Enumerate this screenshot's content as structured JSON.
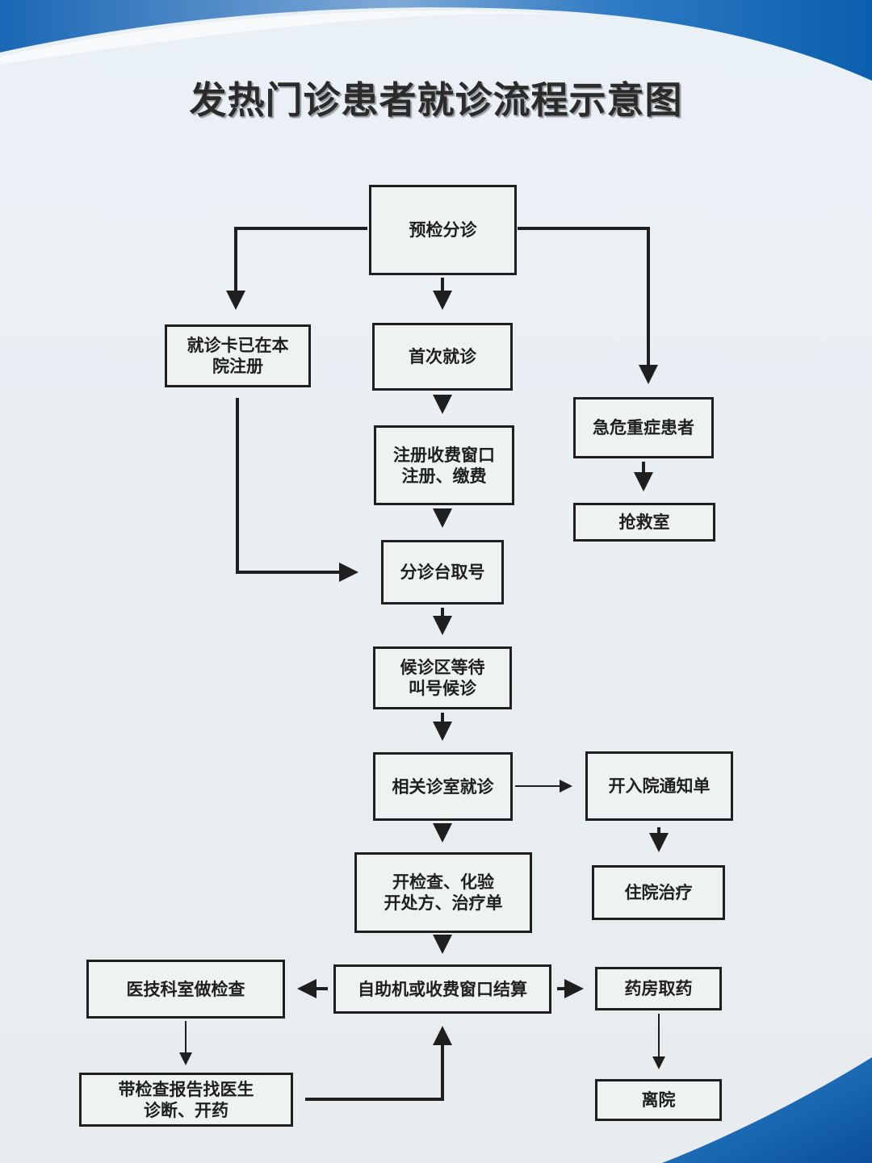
{
  "title": "发热门诊患者就诊流程示意图",
  "colors": {
    "accent_blue": "#0a5fae",
    "background": "#e9eef1",
    "stroke": "#1f1f1f"
  },
  "nodes": {
    "triage": "预检分诊",
    "registered_card": "就诊卡已在本\n院注册",
    "first_visit": "首次就诊",
    "critical_patient": "急危重症患者",
    "rescue_room": "抢救室",
    "registration_window": "注册收费窗口\n注册、缴费",
    "take_number": "分诊台取号",
    "waiting_area": "候诊区等待\n叫号候诊",
    "consulting_room": "相关诊室就诊",
    "admission_notice": "开入院通知单",
    "hospitalization": "住院治疗",
    "orders": "开检查、化验\n开处方、治疗单",
    "payment": "自助机或收费窗口结算",
    "medical_tech_exam": "医技科室做检查",
    "pharmacy": "药房取药",
    "report_to_doctor": "带检查报告找医生\n诊断、开药",
    "leave_hospital": "离院"
  },
  "edges": [
    {
      "from": "triage",
      "to": "registered_card"
    },
    {
      "from": "triage",
      "to": "first_visit"
    },
    {
      "from": "triage",
      "to": "critical_patient"
    },
    {
      "from": "first_visit",
      "to": "registration_window"
    },
    {
      "from": "critical_patient",
      "to": "rescue_room"
    },
    {
      "from": "registration_window",
      "to": "take_number"
    },
    {
      "from": "registered_card",
      "to": "take_number"
    },
    {
      "from": "take_number",
      "to": "waiting_area"
    },
    {
      "from": "waiting_area",
      "to": "consulting_room"
    },
    {
      "from": "consulting_room",
      "to": "admission_notice"
    },
    {
      "from": "admission_notice",
      "to": "hospitalization"
    },
    {
      "from": "consulting_room",
      "to": "orders"
    },
    {
      "from": "orders",
      "to": "payment"
    },
    {
      "from": "payment",
      "to": "medical_tech_exam"
    },
    {
      "from": "payment",
      "to": "pharmacy"
    },
    {
      "from": "medical_tech_exam",
      "to": "report_to_doctor"
    },
    {
      "from": "report_to_doctor",
      "to": "payment"
    },
    {
      "from": "pharmacy",
      "to": "leave_hospital"
    }
  ]
}
